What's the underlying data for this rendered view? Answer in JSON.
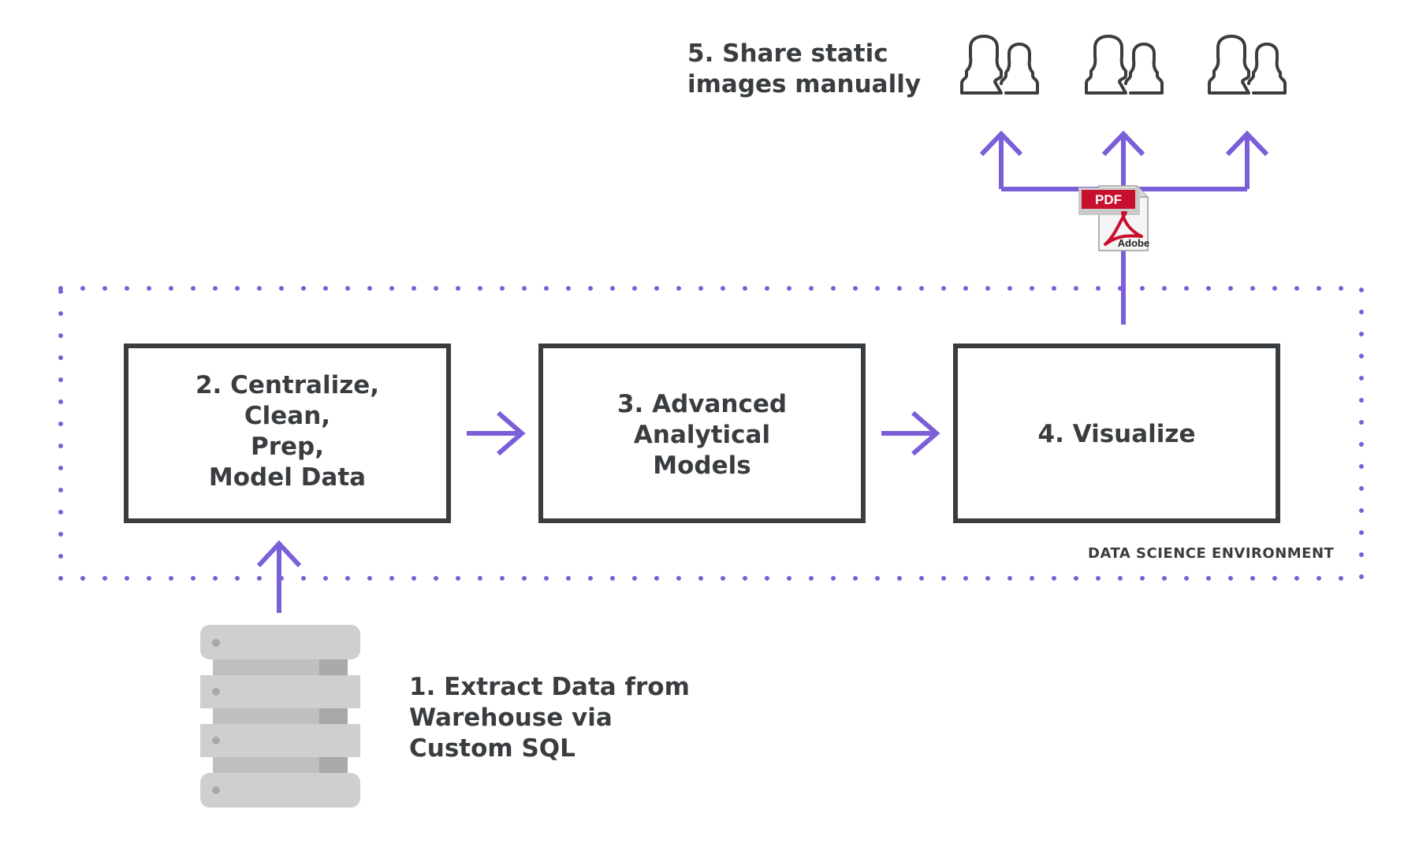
{
  "steps": {
    "extract": {
      "lines": [
        "1. Extract Data from",
        "Warehouse via",
        "Custom SQL"
      ]
    },
    "centralize": {
      "lines": [
        "2. Centralize,",
        "Clean,",
        "Prep,",
        "Model Data"
      ]
    },
    "models": {
      "lines": [
        "3. Advanced",
        "Analytical",
        "Models"
      ]
    },
    "visualize": {
      "lines": [
        "4. Visualize"
      ]
    },
    "share": {
      "lines": [
        "5. Share static",
        "images manually"
      ]
    }
  },
  "environment_label": "DATA SCIENCE ENVIRONMENT",
  "pdf_icon": {
    "badge": "PDF",
    "brand": "Adobe"
  },
  "icons": [
    "database-icon",
    "pdf-file-icon",
    "users-icon"
  ],
  "colors": {
    "accent": "#7b5fd9",
    "box_border": "#3a3d40",
    "text": "#3a3d40",
    "database": "#cfcfd1",
    "pdf_red": "#c8102e"
  }
}
